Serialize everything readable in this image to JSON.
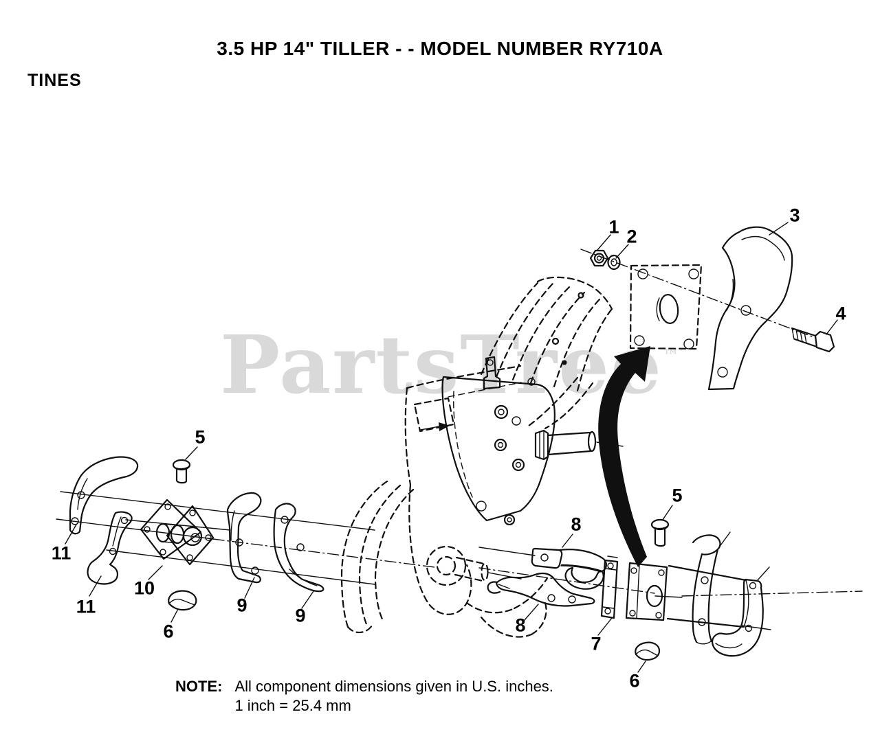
{
  "header": {
    "title": "3.5 HP  14\" TILLER - - MODEL NUMBER RY710A",
    "section": "TINES"
  },
  "watermark": {
    "text": "PartsTree",
    "tm": "™"
  },
  "note": {
    "label": "NOTE:",
    "line1": "All component dimensions given in U.S. inches.",
    "line2": "1 inch = 25.4 mm"
  },
  "callouts": [
    {
      "label": "1"
    },
    {
      "label": "2"
    },
    {
      "label": "3"
    },
    {
      "label": "4"
    },
    {
      "label": "5"
    },
    {
      "label": "5"
    },
    {
      "label": "6"
    },
    {
      "label": "6"
    },
    {
      "label": "7"
    },
    {
      "label": "8"
    },
    {
      "label": "8"
    },
    {
      "label": "9"
    },
    {
      "label": "9"
    },
    {
      "label": "10"
    },
    {
      "label": "11"
    },
    {
      "label": "11"
    }
  ]
}
